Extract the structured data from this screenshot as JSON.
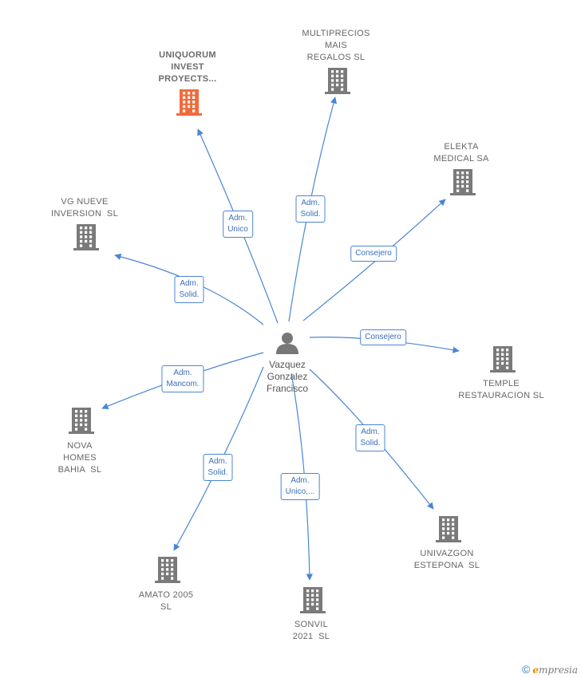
{
  "center": {
    "name": "Vazquez\nGonzalez\nFrancisco",
    "icon": "person-icon"
  },
  "colors": {
    "edge": "#4a86d4",
    "building": "#7a7a7a",
    "highlight": "#f26a3b"
  },
  "companies": [
    {
      "id": "uniquorum",
      "name": "UNIQUORUM\nINVEST\nPROYECTS...",
      "role": "Adm.\nUnico",
      "highlight": true,
      "icon": "building-icon"
    },
    {
      "id": "multiprecios",
      "name": "MULTIPRECIOS\nMAIS\nREGALOS SL",
      "role": "Adm.\nSolid.",
      "highlight": false,
      "icon": "building-icon"
    },
    {
      "id": "elekta",
      "name": "ELEKTA\nMEDICAL SA",
      "role": "Consejero",
      "highlight": false,
      "icon": "building-icon"
    },
    {
      "id": "vgnueve",
      "name": "VG NUEVE\nINVERSION  SL",
      "role": "Adm.\nSolid.",
      "highlight": false,
      "icon": "building-icon"
    },
    {
      "id": "temple",
      "name": "TEMPLE\nRESTAURACION SL",
      "role": "Consejero",
      "highlight": false,
      "icon": "building-icon"
    },
    {
      "id": "nova",
      "name": "NOVA\nHOMES\nBAHIA  SL",
      "role": "Adm.\nMancom.",
      "highlight": false,
      "icon": "building-icon"
    },
    {
      "id": "univazgon",
      "name": "UNIVAZGON\nESTEPONA  SL",
      "role": "Adm.\nSolid.",
      "highlight": false,
      "icon": "building-icon"
    },
    {
      "id": "amato",
      "name": "AMATO 2005\nSL",
      "role": "Adm.\nSolid.",
      "highlight": false,
      "icon": "building-icon"
    },
    {
      "id": "sonvil",
      "name": "SONVIL\n2021  SL",
      "role": "Adm.\nUnico,...",
      "highlight": false,
      "icon": "building-icon"
    }
  ],
  "footer": {
    "copyright": "©",
    "brand_first": "e",
    "brand_rest": "mpresia"
  }
}
